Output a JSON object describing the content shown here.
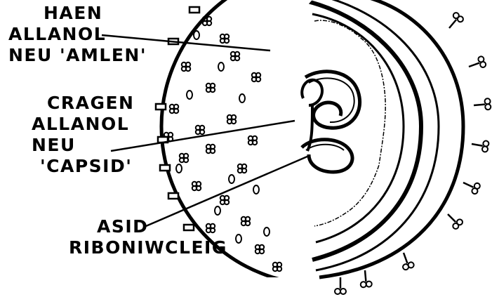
{
  "labels": {
    "envelope": [
      "HAEN",
      "ALLANOL",
      "NEU 'AMLEN'"
    ],
    "capsid": [
      "CRAGEN",
      "ALLANOL",
      "NEU",
      "'CAPSID'"
    ],
    "rna": [
      "ASID",
      "RIBONIWCLEIG"
    ]
  },
  "colors": {
    "ink": "#000000",
    "paper": "#ffffff"
  }
}
